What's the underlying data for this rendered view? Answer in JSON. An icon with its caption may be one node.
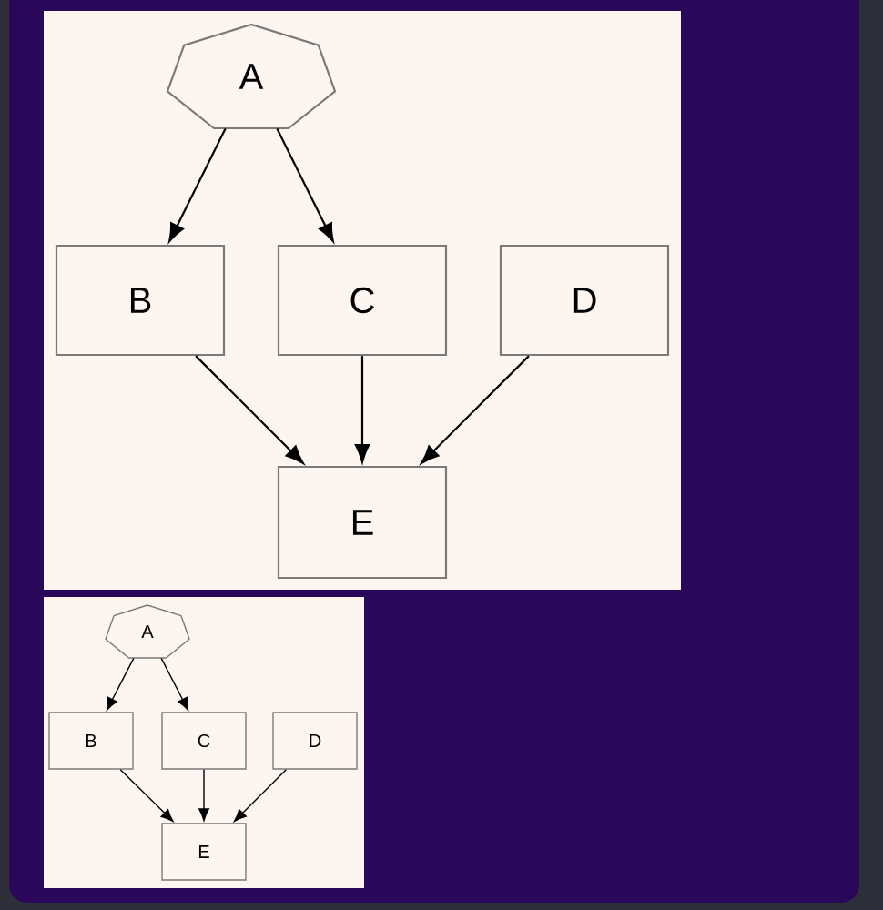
{
  "diagram": {
    "nodes": [
      {
        "text": [
          "A"
        ]
      },
      {
        "text": [
          "B"
        ]
      },
      {
        "text": [
          "C"
        ]
      },
      {
        "text": [
          "D"
        ]
      },
      {
        "text": [
          "E"
        ]
      },
      {
        "text": [
          "A"
        ]
      },
      {
        "text": [
          "B"
        ]
      },
      {
        "text": [
          "C"
        ]
      },
      {
        "text": [
          "D"
        ]
      },
      {
        "text": [
          "E"
        ]
      }
    ],
    "edges": [
      {
        "from": 0,
        "to": 1,
        "arrow": "to"
      },
      {
        "from": 0,
        "to": 2,
        "arrow": "to"
      },
      {
        "from": 1,
        "to": 4,
        "arrow": "to"
      },
      {
        "from": 2,
        "to": 4,
        "arrow": "to"
      },
      {
        "from": 3,
        "to": 4,
        "arrow": "to"
      },
      {
        "from": 5,
        "to": 6,
        "arrow": "to"
      },
      {
        "from": 5,
        "to": 7,
        "arrow": "to"
      },
      {
        "from": 6,
        "to": 9,
        "arrow": "to"
      },
      {
        "from": 7,
        "to": 9,
        "arrow": "to"
      },
      {
        "from": 8,
        "to": 9,
        "arrow": "to"
      }
    ]
  }
}
